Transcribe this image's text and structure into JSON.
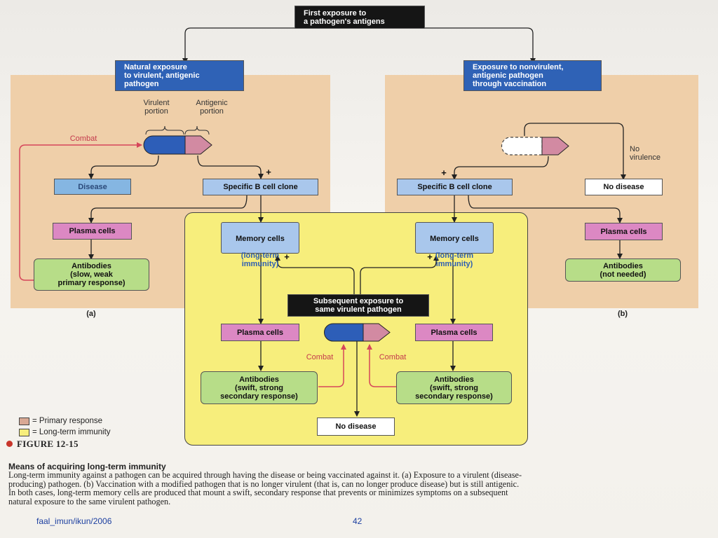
{
  "top_header": "First exposure to\na pathogen's antigens",
  "left": {
    "header": "Natural exposure\nto virulent, antigenic\npathogen",
    "virulent_label": "Virulent\nportion",
    "antigenic_label": "Antigenic\nportion",
    "combat": "Combat",
    "disease": "Disease",
    "b_clone": "Specific B cell clone",
    "plasma": "Plasma cells",
    "antibodies": "Antibodies\n(slow, weak\nprimary response)",
    "letter": "(a)"
  },
  "right": {
    "header": "Exposure to nonvirulent,\nantigenic pathogen\nthrough vaccination",
    "no_virulence": "No\nvirulence",
    "no_disease": "No disease",
    "b_clone": "Specific B cell clone",
    "plasma": "Plasma cells",
    "antibodies": "Antibodies\n(not needed)",
    "letter": "(b)"
  },
  "center": {
    "memory_left_title": "Memory cells",
    "memory_left_sub": "(long-term\nimmunity)",
    "memory_right_title": "Memory cells",
    "memory_right_sub": "(long-term\nimmunity)",
    "subsequent": "Subsequent exposure to\nsame virulent pathogen",
    "plasma_left": "Plasma cells",
    "plasma_right": "Plasma cells",
    "combat_left": "Combat",
    "combat_right": "Combat",
    "antibodies_left": "Antibodies\n(swift, strong\nsecondary response)",
    "antibodies_right": "Antibodies\n(swift, strong\nsecondary response)",
    "no_disease": "No disease"
  },
  "plus_sign": "+",
  "legend": {
    "primary": "= Primary response",
    "longterm": "= Long-term immunity"
  },
  "colors": {
    "primary_swatch": "#d9a994",
    "longterm_swatch": "#f7ee7c"
  },
  "caption": {
    "figure": "FIGURE 12-15",
    "title": "Means of acquiring long-term immunity",
    "body": "Long-term immunity against a pathogen can be acquired through having the disease or being vaccinated against it. (a) Exposure to a virulent (disease-producing) pathogen. (b) Vaccination with a modified pathogen that is no longer virulent (that is, can no longer produce disease) but is still antigenic. In both cases, long-term memory cells are produced that mount a swift, secondary response that prevents or minimizes symptoms on a subsequent natural exposure to the same virulent pathogen."
  },
  "footer": {
    "left": "faal_imun/ikun/2006",
    "page": "42"
  }
}
